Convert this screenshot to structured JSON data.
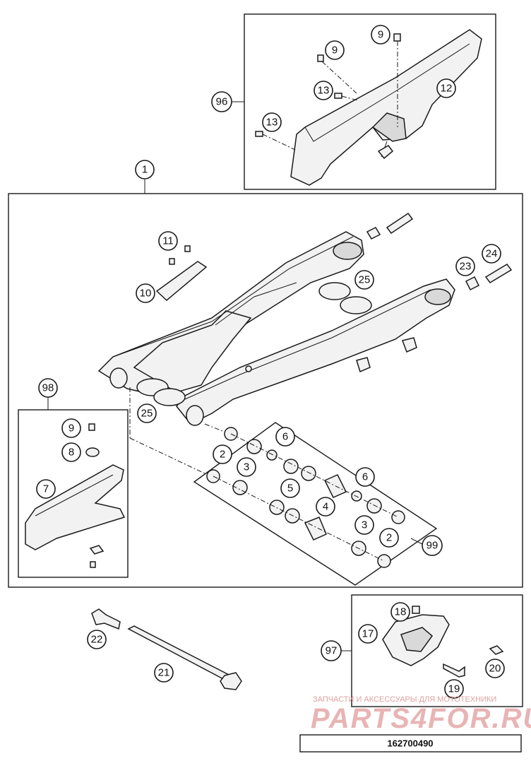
{
  "callouts": [
    {
      "label": "9"
    },
    {
      "label": "9"
    },
    {
      "label": "12"
    },
    {
      "label": "13"
    },
    {
      "label": "13"
    },
    {
      "label": "96"
    },
    {
      "label": "1"
    },
    {
      "label": "11"
    },
    {
      "label": "10"
    },
    {
      "label": "24"
    },
    {
      "label": "23"
    },
    {
      "label": "25"
    },
    {
      "label": "25"
    },
    {
      "label": "98"
    },
    {
      "label": "9"
    },
    {
      "label": "8"
    },
    {
      "label": "7"
    },
    {
      "label": "6"
    },
    {
      "label": "2"
    },
    {
      "label": "3"
    },
    {
      "label": "6"
    },
    {
      "label": "5"
    },
    {
      "label": "4"
    },
    {
      "label": "3"
    },
    {
      "label": "2"
    },
    {
      "label": "99"
    },
    {
      "label": "18"
    },
    {
      "label": "17"
    },
    {
      "label": "97"
    },
    {
      "label": "20"
    },
    {
      "label": "19"
    },
    {
      "label": "22"
    },
    {
      "label": "21"
    }
  ],
  "watermark": {
    "tagline": "ЗАПЧАСТИ И АКСЕССУАРЫ ДЛЯ МОТОТЕХНИКИ",
    "logo": "PARTS4FOR.RU"
  },
  "drawing_number": "162700490",
  "colors": {
    "line": "#1a1a1a",
    "fill": "#f2f2f2",
    "watermark": "#e8b4b4"
  }
}
